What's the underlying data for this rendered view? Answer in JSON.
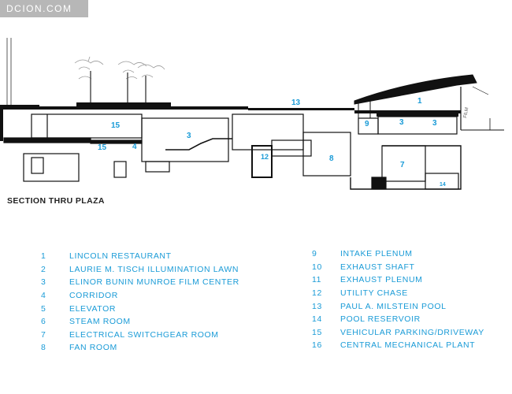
{
  "watermark": "DCION.COM",
  "section_title": "SECTION THRU PLAZA",
  "building_tag": "FILM",
  "section_labels": {
    "pool": "13",
    "parking_left": "15",
    "parking_lower": "15",
    "corridor": "4",
    "film_center": "3",
    "chase": "12",
    "fan_room": "8",
    "intake": "9",
    "film_right_a": "3",
    "film_right_b": "3",
    "restaurant": "1",
    "switchgear": "7",
    "reservoir": "14"
  },
  "legend": {
    "left": [
      {
        "num": "1",
        "label": "LINCOLN RESTAURANT"
      },
      {
        "num": "2",
        "label": "LAURIE M. TISCH ILLUMINATION LAWN"
      },
      {
        "num": "3",
        "label": "ELINOR BUNIN MUNROE FILM CENTER"
      },
      {
        "num": "4",
        "label": "CORRIDOR"
      },
      {
        "num": "5",
        "label": "ELEVATOR"
      },
      {
        "num": "6",
        "label": "STEAM ROOM"
      },
      {
        "num": "7",
        "label": "ELECTRICAL SWITCHGEAR ROOM"
      },
      {
        "num": "8",
        "label": "FAN ROOM"
      }
    ],
    "right": [
      {
        "num": "9",
        "label": "INTAKE PLENUM"
      },
      {
        "num": "10",
        "label": "EXHAUST SHAFT"
      },
      {
        "num": "11",
        "label": "EXHAUST PLENUM"
      },
      {
        "num": "12",
        "label": "UTILITY CHASE"
      },
      {
        "num": "13",
        "label": "PAUL A. MILSTEIN POOL"
      },
      {
        "num": "14",
        "label": "POOL RESERVOIR"
      },
      {
        "num": "15",
        "label": "VEHICULAR PARKING/DRIVEWAY"
      },
      {
        "num": "16",
        "label": "CENTRAL MECHANICAL PLANT"
      }
    ]
  }
}
